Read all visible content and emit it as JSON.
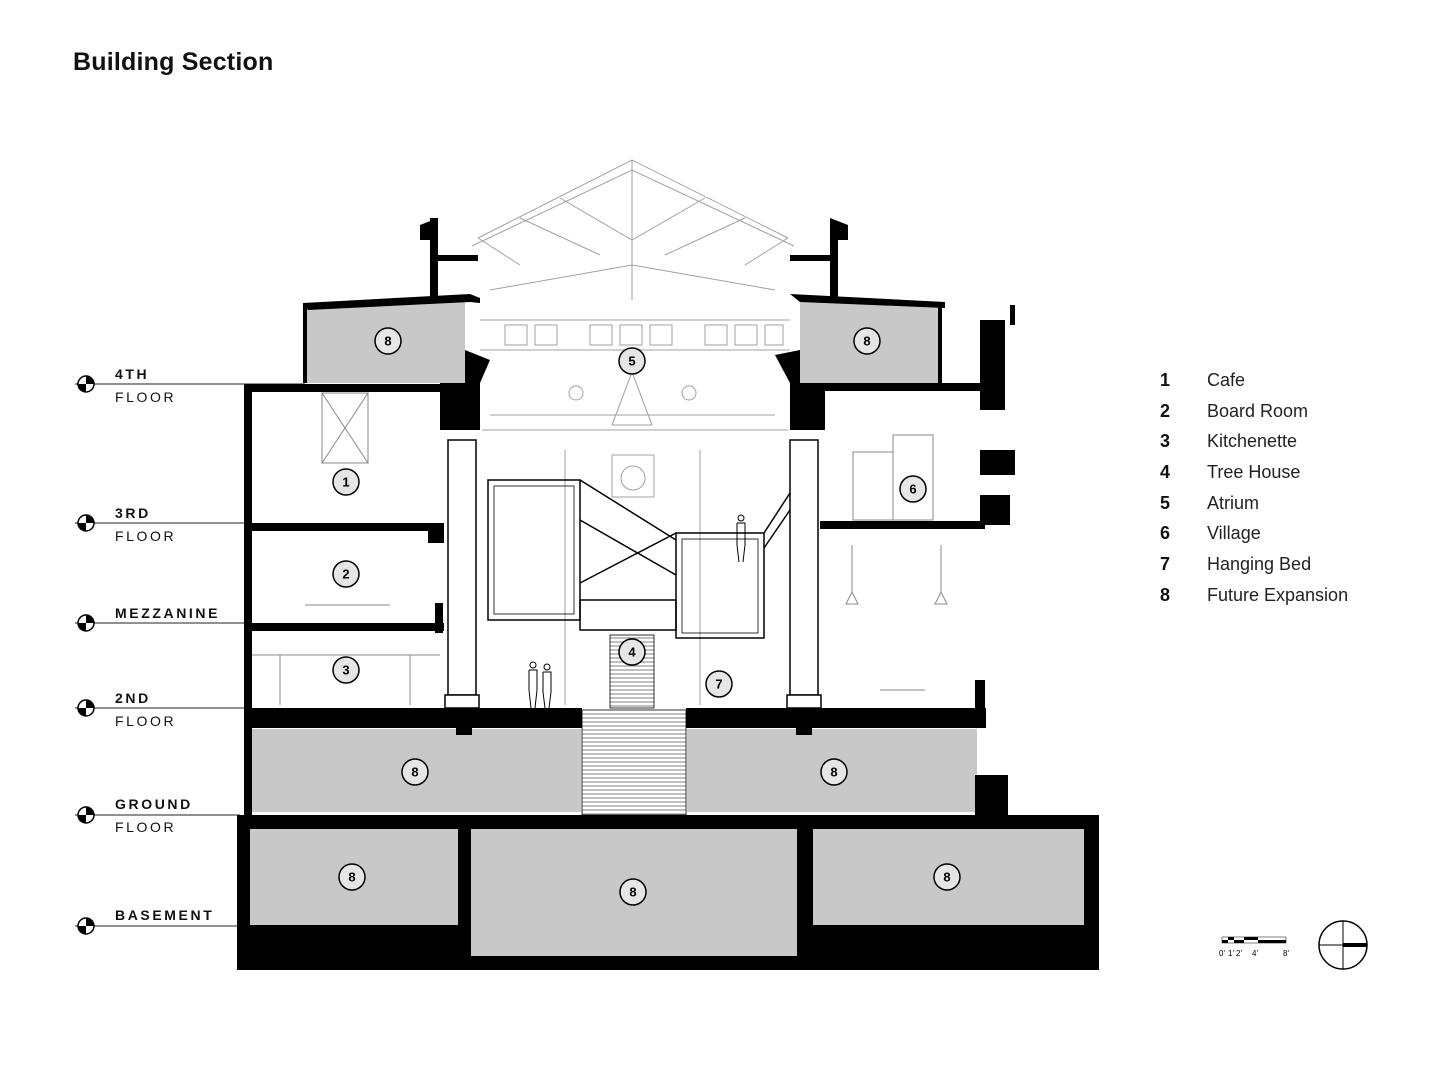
{
  "title": "Building Section",
  "levels": [
    {
      "id": "4th",
      "name": "4TH",
      "sub": "FLOOR"
    },
    {
      "id": "3rd",
      "name": "3RD",
      "sub": "FLOOR"
    },
    {
      "id": "mezzanine",
      "name": "MEZZANINE",
      "sub": ""
    },
    {
      "id": "2nd",
      "name": "2ND",
      "sub": "FLOOR"
    },
    {
      "id": "ground",
      "name": "GROUND",
      "sub": "FLOOR"
    },
    {
      "id": "basement",
      "name": "BASEMENT",
      "sub": ""
    }
  ],
  "legend": [
    {
      "num": "1",
      "label": "Cafe"
    },
    {
      "num": "2",
      "label": "Board Room"
    },
    {
      "num": "3",
      "label": "Kitchenette"
    },
    {
      "num": "4",
      "label": "Tree House"
    },
    {
      "num": "5",
      "label": "Atrium"
    },
    {
      "num": "6",
      "label": "Village"
    },
    {
      "num": "7",
      "label": "Hanging Bed"
    },
    {
      "num": "8",
      "label": "Future Expansion"
    }
  ],
  "scale_bar": {
    "ticks": [
      "0'",
      "1'",
      "2'",
      "4'",
      "8'"
    ]
  },
  "colors": {
    "wall": "#000000",
    "expansion_fill": "#c8c8c8",
    "line": "#9a9a9a",
    "background": "#ffffff"
  }
}
